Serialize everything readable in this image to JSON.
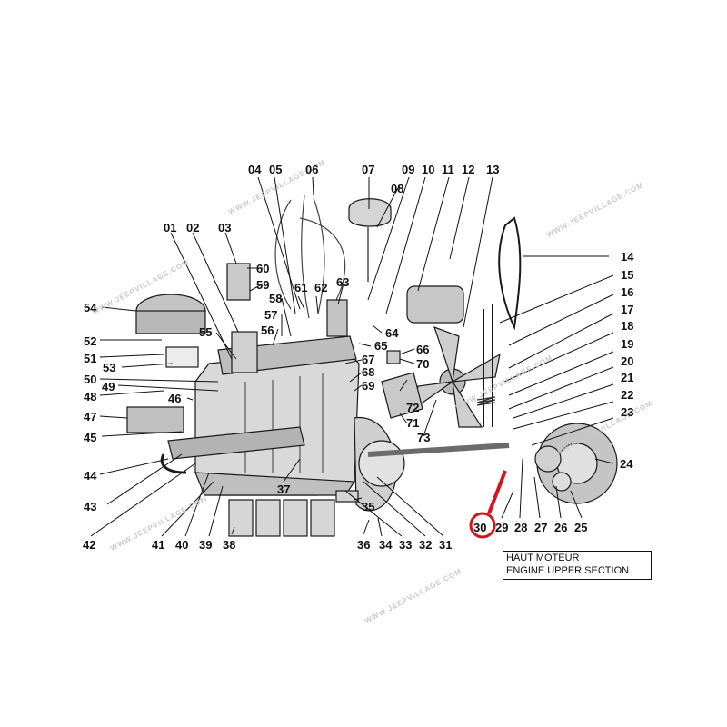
{
  "caption": {
    "line1": "HAUT MOTEUR",
    "line2": "ENGINE UPPER SECTION"
  },
  "watermark": "WWW.JEEPVILLAGE.COM",
  "highlight": {
    "part": "30",
    "color": "#d4151b"
  },
  "part_numbers": [
    "01",
    "02",
    "03",
    "04",
    "05",
    "06",
    "07",
    "08",
    "09",
    "10",
    "11",
    "12",
    "13",
    "14",
    "15",
    "16",
    "17",
    "18",
    "19",
    "20",
    "21",
    "22",
    "23",
    "24",
    "25",
    "26",
    "27",
    "28",
    "29",
    "30",
    "31",
    "32",
    "33",
    "34",
    "35",
    "36",
    "37",
    "38",
    "39",
    "40",
    "41",
    "42",
    "43",
    "44",
    "45",
    "46",
    "47",
    "48",
    "49",
    "50",
    "51",
    "52",
    "53",
    "54",
    "55",
    "56",
    "57",
    "58",
    "59",
    "60",
    "61",
    "62",
    "63",
    "64",
    "65",
    "66",
    "67",
    "68",
    "69",
    "70",
    "71",
    "72",
    "73"
  ]
}
